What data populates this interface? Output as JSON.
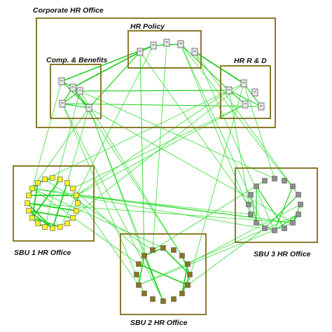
{
  "colors": {
    "box_border": "#8b7a2a",
    "link": "#33dd33",
    "link_strong": "#1fcf1f",
    "sbu1_node": "#ffee22",
    "sbu2_node": "#8a7420",
    "sbu3_node": "#8e8e8e",
    "corp_node": "#e8e8e8",
    "label": "#111111"
  },
  "labels": {
    "corporate": "Corporate HR Office",
    "hr_policy": "HR Policy",
    "comp_benefits": "Comp. & Benefits",
    "hr_rd": "HR R & D",
    "sbu1": "SBU 1 HR Office",
    "sbu2": "SBU 2 HR Office",
    "sbu3": "SBU 3 HR Office"
  },
  "icons": {
    "corporate_node": "document-node-icon",
    "sbu_node": "square-node-icon"
  }
}
